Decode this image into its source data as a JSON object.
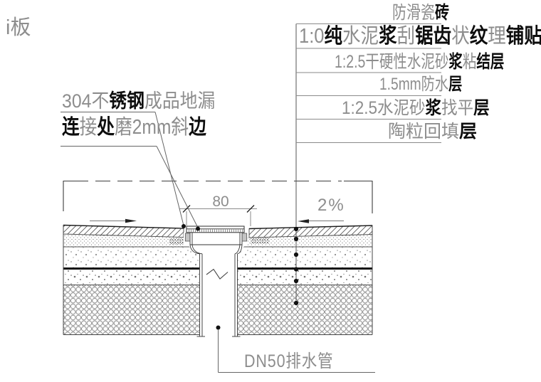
{
  "colors": {
    "gray_text": "#8d8d8d",
    "black_text": "#0d0d0d",
    "line": "#555555"
  },
  "partial_label": {
    "segments": [
      {
        "t": "i板",
        "c": "gray"
      }
    ]
  },
  "left_labels": [
    {
      "segments": [
        {
          "t": "304不",
          "c": "gray"
        },
        {
          "t": "锈钢",
          "c": "black"
        },
        {
          "t": "成品地漏",
          "c": "gray"
        }
      ]
    },
    {
      "segments": [
        {
          "t": "连",
          "c": "black"
        },
        {
          "t": "接",
          "c": "gray"
        },
        {
          "t": "处",
          "c": "black"
        },
        {
          "t": "磨2mm斜",
          "c": "gray"
        },
        {
          "t": "边",
          "c": "black"
        }
      ]
    }
  ],
  "layer_labels": [
    {
      "segments": [
        {
          "t": "防滑瓷",
          "c": "gray"
        },
        {
          "t": "砖",
          "c": "black"
        }
      ]
    },
    {
      "segments": [
        {
          "t": "1:0",
          "c": "gray"
        },
        {
          "t": "纯",
          "c": "black"
        },
        {
          "t": "水泥",
          "c": "gray"
        },
        {
          "t": "浆",
          "c": "black"
        },
        {
          "t": "刮",
          "c": "gray"
        },
        {
          "t": "锯齿",
          "c": "black"
        },
        {
          "t": "状",
          "c": "gray"
        },
        {
          "t": "纹",
          "c": "black"
        },
        {
          "t": "理",
          "c": "gray"
        },
        {
          "t": "铺贴",
          "c": "black"
        }
      ]
    },
    {
      "segments": [
        {
          "t": "1:2.5干硬性水泥砂",
          "c": "gray"
        },
        {
          "t": "浆",
          "c": "black"
        },
        {
          "t": "粘",
          "c": "gray"
        },
        {
          "t": "结层",
          "c": "black"
        }
      ]
    },
    {
      "segments": [
        {
          "t": "1.5mm防水",
          "c": "gray"
        },
        {
          "t": "层",
          "c": "black"
        }
      ]
    },
    {
      "segments": [
        {
          "t": "1:2.5水泥砂",
          "c": "gray"
        },
        {
          "t": "浆",
          "c": "black"
        },
        {
          "t": "找平",
          "c": "gray"
        },
        {
          "t": "层",
          "c": "black"
        }
      ]
    },
    {
      "segments": [
        {
          "t": "陶粒回填",
          "c": "gray"
        },
        {
          "t": "层",
          "c": "black"
        }
      ]
    }
  ],
  "dimensions": {
    "drain_width": "80",
    "slope": "2%"
  },
  "pipe_label": {
    "segments": [
      {
        "t": "DN50排水管",
        "c": "gray"
      }
    ]
  }
}
